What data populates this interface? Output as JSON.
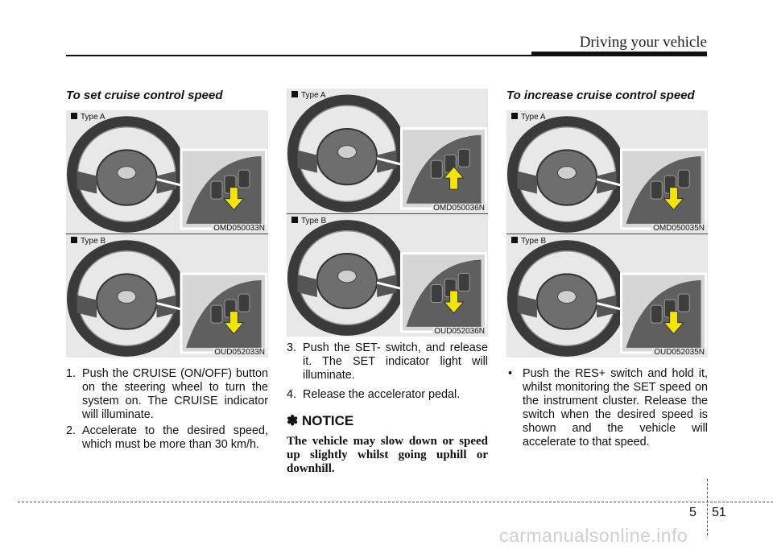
{
  "header": {
    "title": "Driving your vehicle"
  },
  "left": {
    "heading": "To set cruise control speed",
    "fig_a": {
      "type": "Type A",
      "code": "OMD050033N"
    },
    "fig_b": {
      "type": "Type B",
      "code": "OUD052033N"
    },
    "steps": [
      {
        "num": "1.",
        "text": "Push the CRUISE (ON/OFF) button on the steering wheel to turn the system on. The CRUISE indicator will illuminate."
      },
      {
        "num": "2.",
        "text": "Accelerate to the desired speed, which must be more than 30 km/h."
      }
    ]
  },
  "middle": {
    "fig_a": {
      "type": "Type A",
      "code": "OMD050036N"
    },
    "fig_b": {
      "type": "Type B",
      "code": "OUD052036N"
    },
    "steps": [
      {
        "num": "3.",
        "text": "Push the SET- switch, and release it. The SET indicator light will illuminate."
      },
      {
        "num": "4.",
        "text": "Release the accelerator pedal."
      }
    ],
    "notice_heading": "✽ NOTICE",
    "notice_text": "The vehicle may slow down or speed up slightly whilst going uphill or downhill."
  },
  "right": {
    "heading": "To increase cruise control speed",
    "fig_a": {
      "type": "Type A",
      "code": "OMD050035N"
    },
    "fig_b": {
      "type": "Type B",
      "code": "OUD052035N"
    },
    "bullet": "•",
    "bullet_text": "Push the RES+ switch and hold it, whilst monitoring the SET speed on the instrument cluster. Release the switch when the desired speed is shown and the vehicle will accelerate to that speed."
  },
  "footer": {
    "chapter": "5",
    "page": "51"
  },
  "watermark": "carmanualsonline.info",
  "colors": {
    "arrow": "#f2e600",
    "figure_bg": "#e8e8e8"
  }
}
